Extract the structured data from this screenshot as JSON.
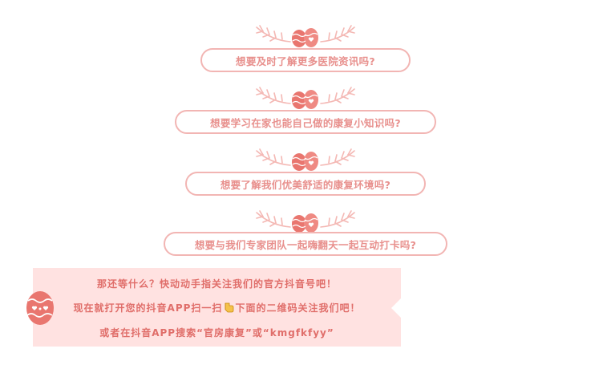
{
  "questions": [
    {
      "text": "想要及时了解更多医院资讯吗?"
    },
    {
      "text": "想要学习在家也能自己做的康复小知识吗?"
    },
    {
      "text": "想要了解我们优美舒适的康复环境吗?"
    },
    {
      "text": "想要与我们专家团队一起嗨翻天一起互动打卡吗?"
    }
  ],
  "banner": {
    "line1": "那还等什么？快动动手指关注我们的官方抖音号吧！",
    "line2_before": "现在就打开您的抖音APP扫一扫",
    "line2_after": "下面的二维码关注我们吧！",
    "line3": "或者在抖音APP搜索“官房康复”或“kmgfkfyy”"
  },
  "colors": {
    "accent": "#e8908d",
    "border": "#f2b5b3",
    "banner_bg": "#ffe2e1",
    "banner_text": "#e06e6a",
    "egg": "#e9766f"
  },
  "icons": {
    "divider": "eggs-with-branches-icon",
    "banner_egg": "easter-egg-icon",
    "hand": "pointing-hand-emoji"
  }
}
